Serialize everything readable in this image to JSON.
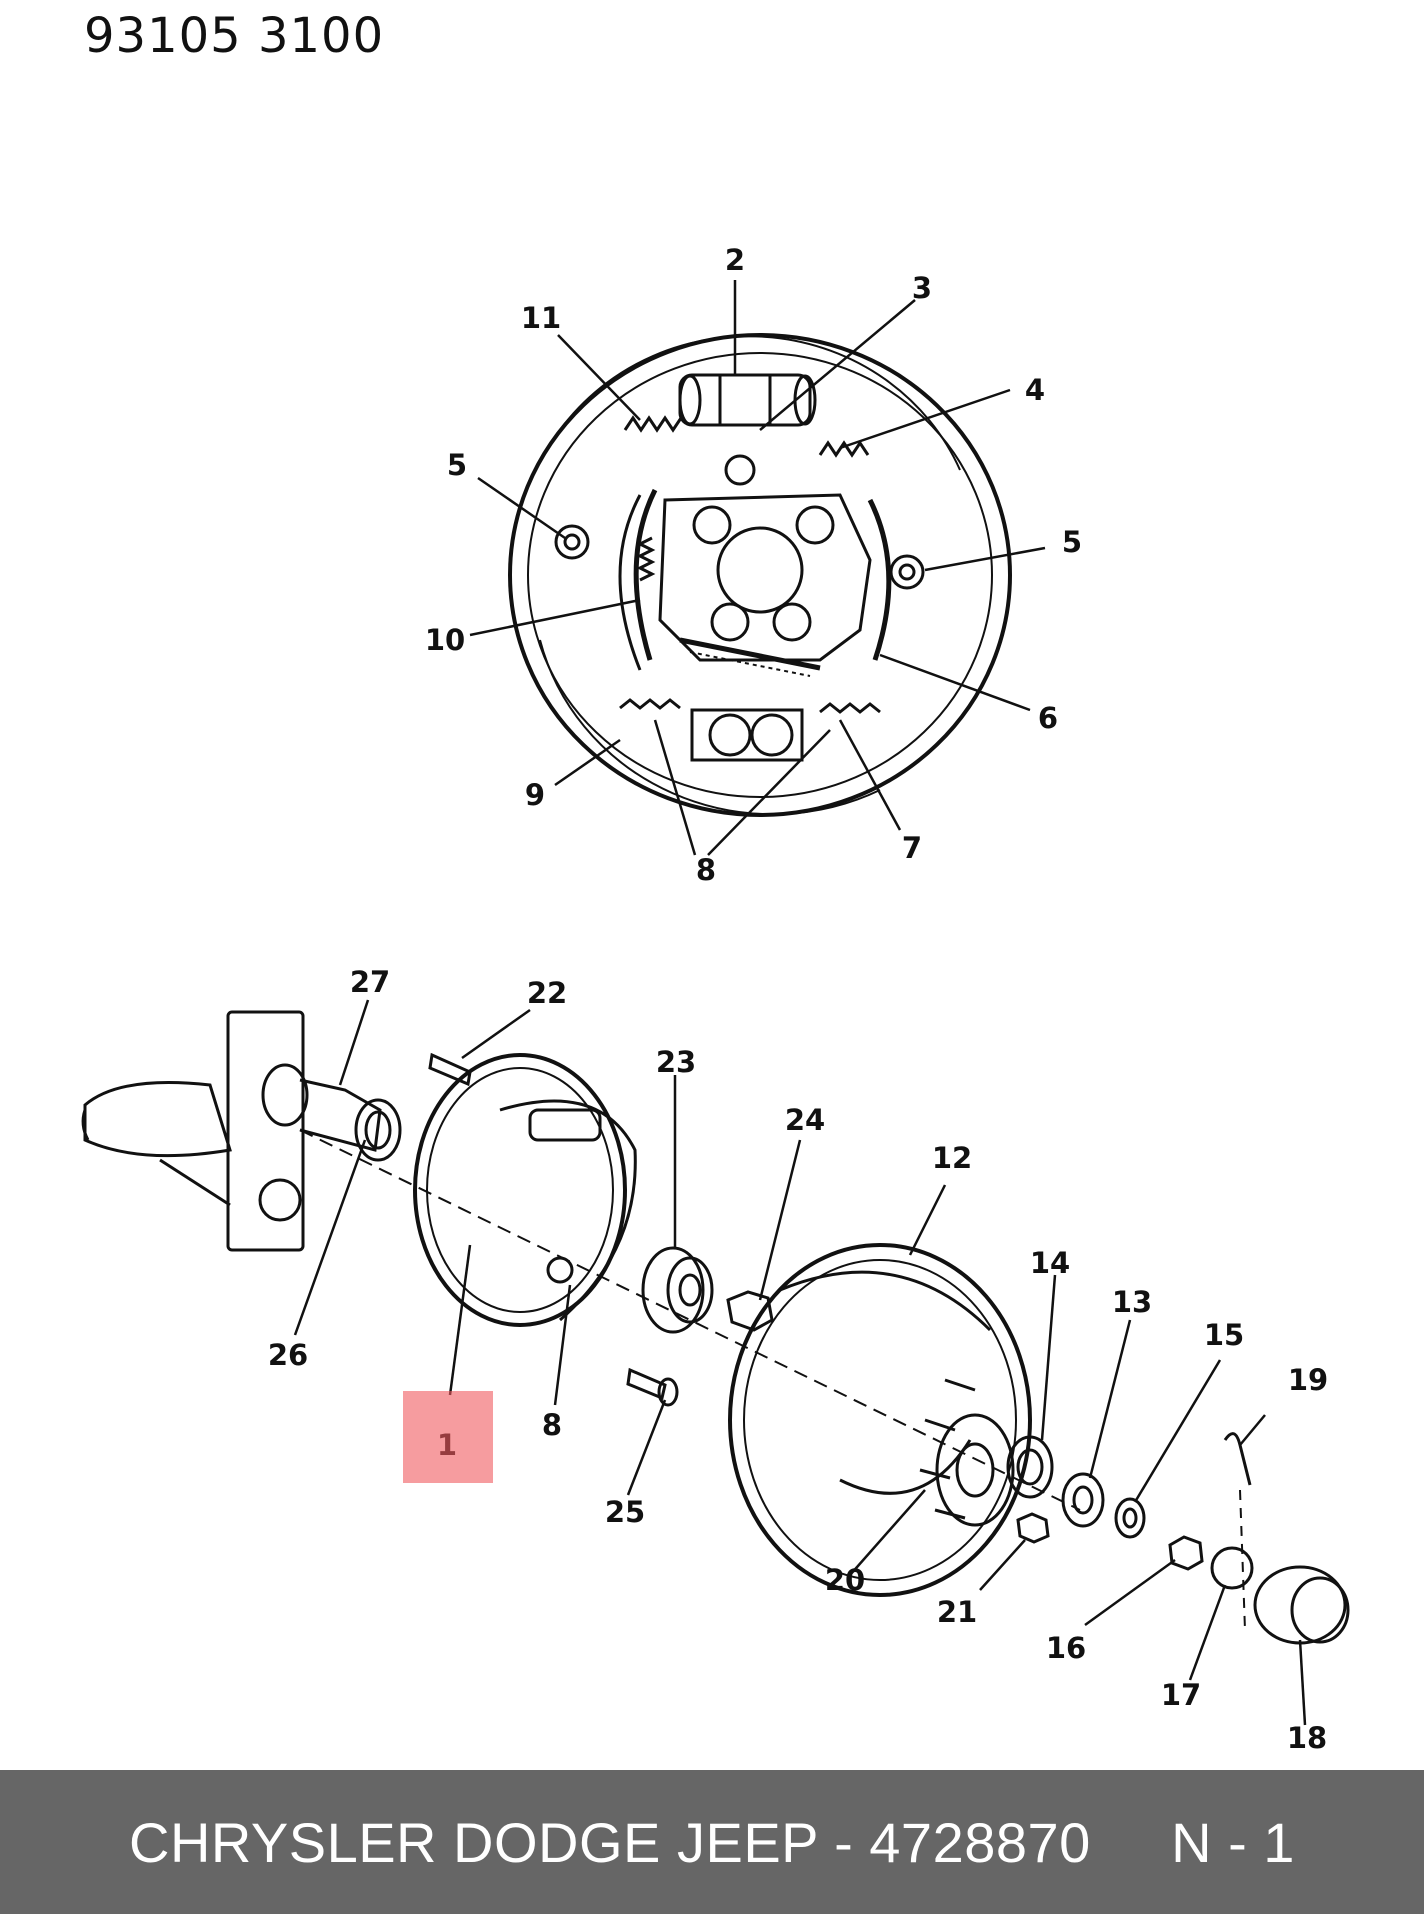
{
  "page_ref": "93105  3100",
  "callouts": {
    "c1": "1",
    "c2": "2",
    "c3": "3",
    "c4": "4",
    "c5a": "5",
    "c5b": "5",
    "c6": "6",
    "c7": "7",
    "c8a": "8",
    "c8b": "8",
    "c9": "9",
    "c10": "10",
    "c11": "11",
    "c12": "12",
    "c13": "13",
    "c14": "14",
    "c15": "15",
    "c16": "16",
    "c17": "17",
    "c18": "18",
    "c19": "19",
    "c20": "20",
    "c21": "21",
    "c22": "22",
    "c23": "23",
    "c24": "24",
    "c25": "25",
    "c26": "26",
    "c27": "27"
  },
  "highlight": {
    "part": "1",
    "color": "#f05a5f"
  },
  "footer": {
    "text": "CHRYSLER DODGE JEEP - 4728870     N - 1",
    "background": "#666666"
  }
}
